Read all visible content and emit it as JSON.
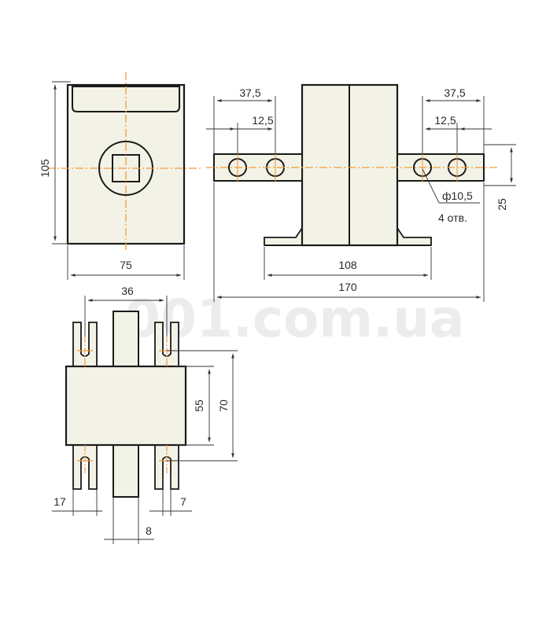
{
  "watermark": "001.com.ua",
  "colors": {
    "body_fill": "#f3f2e6",
    "outline": "#1a1a1a",
    "dimension": "#333333",
    "centerline": "#f39a3a"
  },
  "front_view": {
    "width": "75",
    "height": "105"
  },
  "side_view": {
    "terminal_pitch_left": "37,5",
    "hole_pitch_left": "12,5",
    "terminal_pitch_right": "37,5",
    "hole_pitch_right": "12,5",
    "base_length": "108",
    "overall_length": "170",
    "terminal_offset": "25",
    "hole_diameter": "ф10,5",
    "hole_count": "4 отв."
  },
  "top_view": {
    "pin_spacing": "36",
    "body_depth_inner": "55",
    "body_depth_outer": "70",
    "slot_width": "17",
    "slot_gap": "7",
    "bar_width": "8"
  }
}
